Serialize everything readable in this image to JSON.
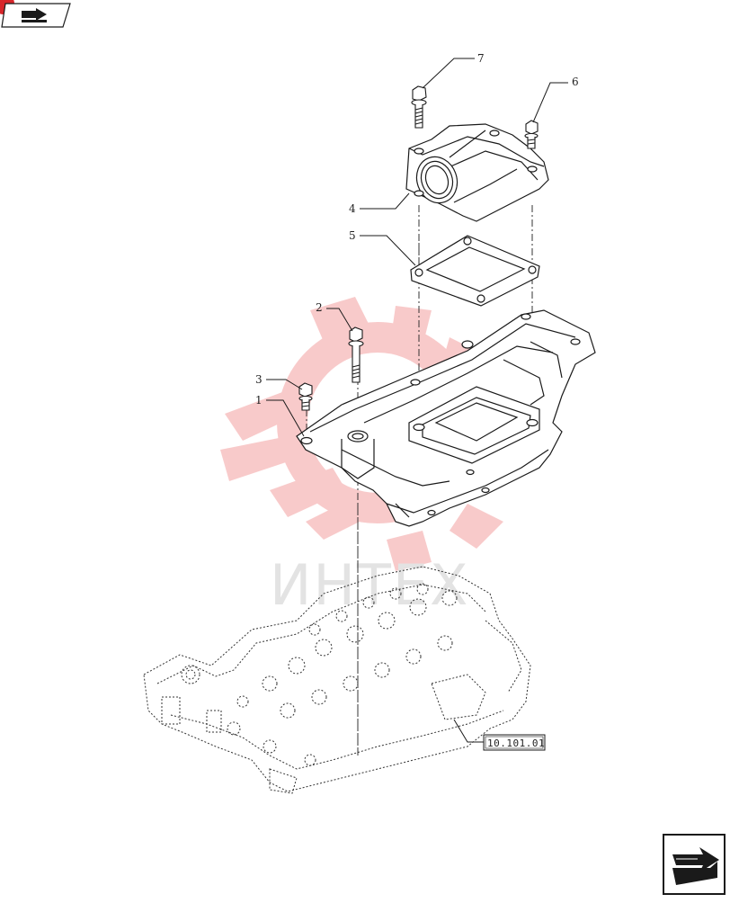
{
  "diagram": {
    "callouts": [
      {
        "id": "7",
        "label": "7"
      },
      {
        "id": "6",
        "label": "6"
      },
      {
        "id": "4",
        "label": "4"
      },
      {
        "id": "5",
        "label": "5"
      },
      {
        "id": "2",
        "label": "2"
      },
      {
        "id": "3",
        "label": "3"
      },
      {
        "id": "1",
        "label": "1"
      }
    ],
    "reference": "10.101.01",
    "watermark": "ИНТЕХ"
  },
  "colors": {
    "line": "#1a1a1a",
    "dashed": "#333333",
    "watermark_logo": "#f6b4b4",
    "watermark_text": "#e3e3e3",
    "badge_red": "#d7262b"
  },
  "icons": {
    "top_left": "previous-page-icon",
    "bottom_right": "next-page-icon"
  }
}
